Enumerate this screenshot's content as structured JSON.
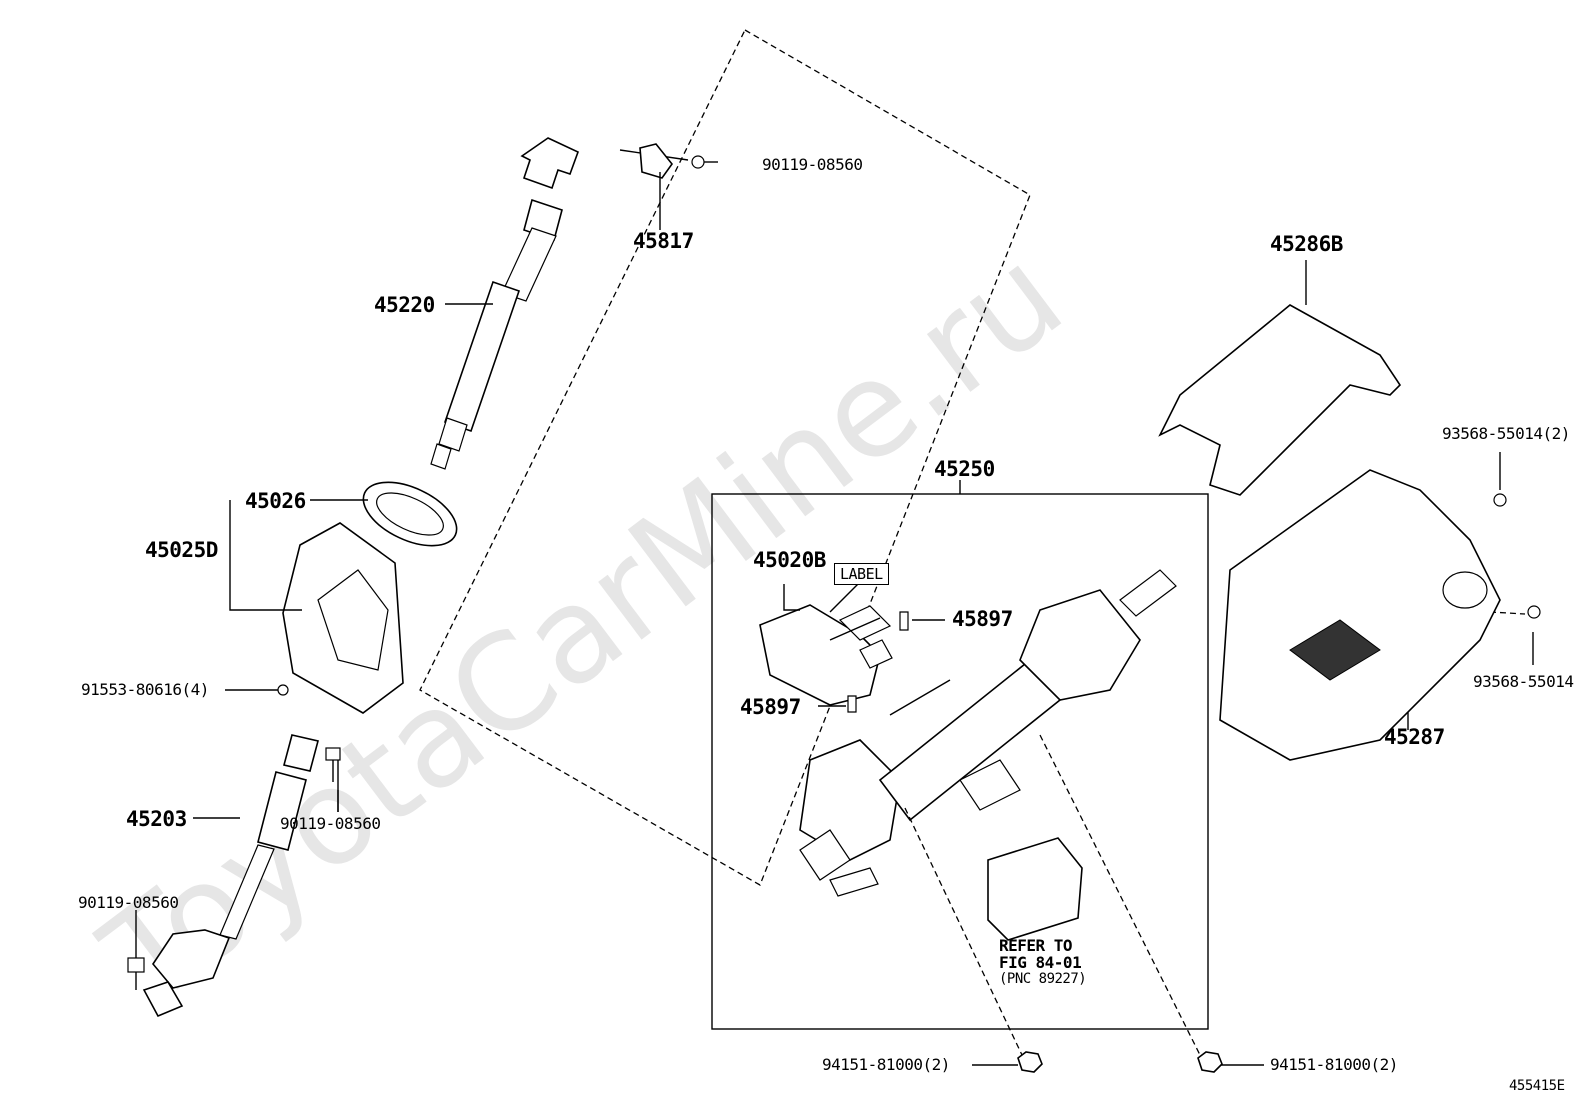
{
  "watermark": "ToyotaCarMine.ru",
  "figure_id": "455415E",
  "assembly_box_label": "45250",
  "callout_box": "LABEL",
  "reference_note": {
    "line1": "REFER TO",
    "line2": "FIG 84-01",
    "line3": "(PNC 89227)"
  },
  "parts": {
    "p90119_top": "90119-08560",
    "p45817": "45817",
    "p45220": "45220",
    "p45026": "45026",
    "p45025D": "45025D",
    "p91553": "91553-80616(4)",
    "p45203": "45203",
    "p90119_mid": "90119-08560",
    "p90119_low": "90119-08560",
    "p45020B": "45020B",
    "p45897_a": "45897",
    "p45897_b": "45897",
    "p45286B": "45286B",
    "p93568_a": "93568-55014(2)",
    "p93568_b": "93568-55014",
    "p45287": "45287",
    "p94151_a": "94151-81000(2)",
    "p94151_b": "94151-81000(2)"
  }
}
